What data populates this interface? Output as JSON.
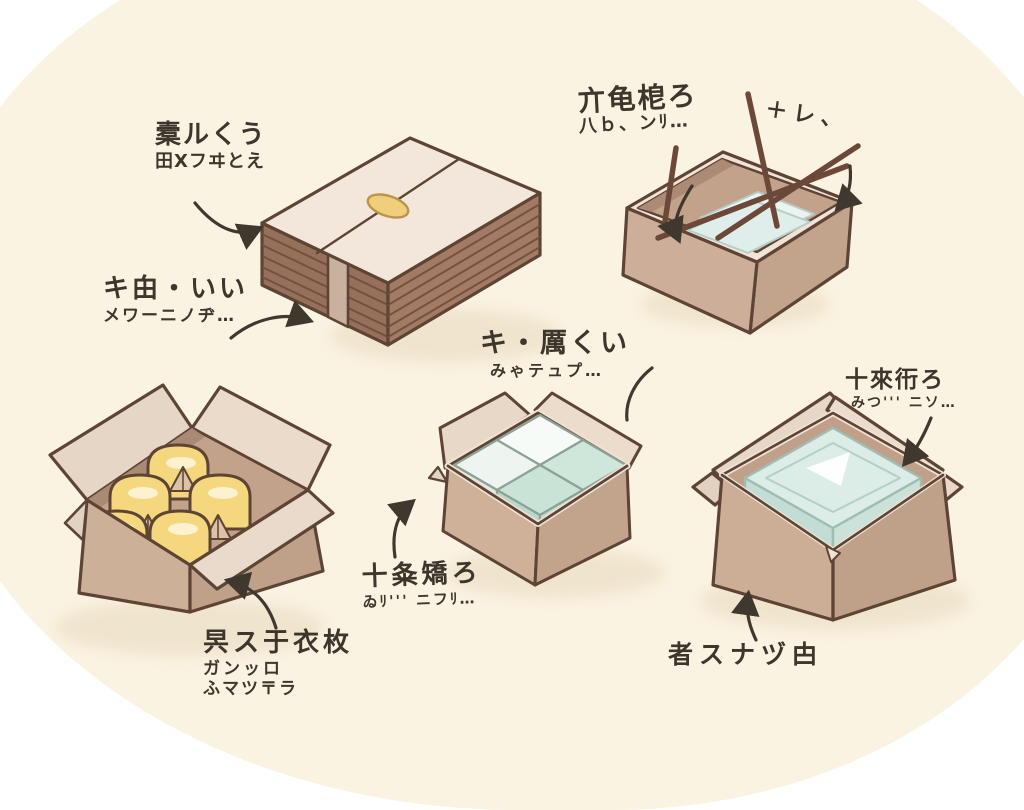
{
  "scene": {
    "description": "Hand-drawn illustration of cardboard boxes in five states with handwritten pseudo-Japanese annotations and arrows",
    "background_color": "#ffffff",
    "blob_color": "#faf3e2",
    "outline_ink": "#5d4434",
    "text_ink": "#3c362c"
  },
  "palette": {
    "cardboard_light_face": "#f3e7db",
    "cardboard_mid": "#cdaf99",
    "cardboard_dark": "#a07a64",
    "corrugate_stripe": "#6e4e3d",
    "cream_rim": "#f1e3d5",
    "interior_tan": "#c2a28a",
    "jar_yellow": "#f5d87d",
    "jar_highlight": "#fdf2cf",
    "cube_white": "#f7fbf8",
    "cube_mint": "#cfe7db",
    "gel_blue": "#dcece7",
    "stick_brown": "#6d4838",
    "tag_yellow": "#f1ce7a",
    "shadow": "#eee2c9"
  },
  "labels": {
    "flatpack_top": {
      "line1": "槖ルくう",
      "line2": "田Xフヰとえ"
    },
    "flatpack_side": {
      "line1": "キ甶・いい",
      "line2": "メワーニノヂ…"
    },
    "sticks_box": {
      "line1": "亣龟梎ろ",
      "line2": "八ｂ、ンﾘ…"
    },
    "sticks_scribble": {
      "text": "＋レ、"
    },
    "cubes_box_top": {
      "line1": "キ・厲くい",
      "line2": "みゃテュプ…"
    },
    "cubes_box_bottom": {
      "line1": "十夈矯ろ",
      "line2": "ゐﾘ''' ニフﾘ…"
    },
    "gel_box_top": {
      "line1": "十來衎ろ",
      "line2": "みつ''' ニソ…"
    },
    "gel_box_bottom": {
      "line1": "者スナヅ甴"
    },
    "jars_box": {
      "line1": "昗ス于衣枚",
      "line2": "ガンッロ",
      "line3": "ふマツ〒ラ"
    }
  },
  "illustrations": [
    {
      "id": "flat-pack",
      "description": "stack of flattened cardboard sheets bound with a strap, yellow tag on top"
    },
    {
      "id": "sticks-box",
      "description": "open cardboard box with pale sheets inside and wooden sticks laid across"
    },
    {
      "id": "jars-box",
      "description": "open cardboard box with flaps holding five yellow jars with dividers"
    },
    {
      "id": "cubes-box",
      "description": "open cardboard box holding four pale white and mint cubes"
    },
    {
      "id": "gel-box",
      "description": "open cardboard box holding one large pale-blue block with white highlight"
    }
  ]
}
